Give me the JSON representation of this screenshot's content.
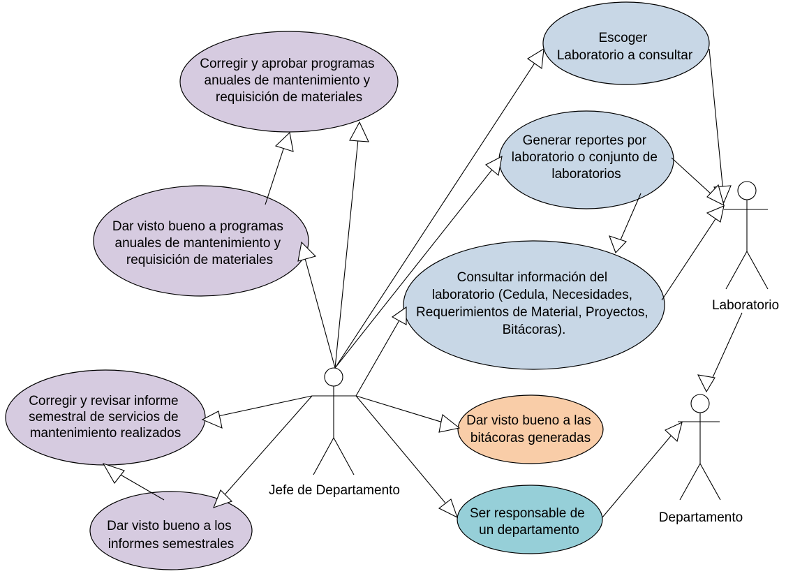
{
  "colors": {
    "purple": "#d6cbe0",
    "blue": "#c8d7e6",
    "orange": "#f9cda8",
    "teal": "#96cfd8",
    "line": "#000000"
  },
  "actors": {
    "jefe": {
      "label": "Jefe de Departamento"
    },
    "laboratorio": {
      "label": "Laboratorio"
    },
    "departamento": {
      "label": "Departamento"
    }
  },
  "use_cases": {
    "corregir_aprobar": {
      "lines": [
        "Corregir y aprobar programas",
        "anuales de mantenimiento y",
        "requisición de materiales"
      ]
    },
    "visto_programas": {
      "lines": [
        "Dar visto bueno a programas",
        "anuales de mantenimiento y",
        "requisición de materiales"
      ]
    },
    "corregir_informe": {
      "lines": [
        "Corregir y revisar informe",
        "semestral de servicios de",
        "mantenimiento realizados"
      ]
    },
    "visto_informes": {
      "lines": [
        "Dar visto bueno a los",
        "informes semestrales"
      ]
    },
    "escoger_lab": {
      "lines": [
        "Escoger",
        "Laboratorio a consultar"
      ]
    },
    "generar_reportes": {
      "lines": [
        "Generar reportes por",
        "laboratorio o conjunto de",
        "laboratorios"
      ]
    },
    "consultar_info": {
      "lines": [
        "Consultar información del",
        "laboratorio (Cedula, Necesidades,",
        "Requerimientos de Material, Proyectos,",
        "Bitácoras)."
      ]
    },
    "visto_bitacoras": {
      "lines": [
        "Dar visto bueno a las",
        "bitácoras generadas"
      ]
    },
    "ser_responsable": {
      "lines": [
        "Ser responsable de",
        "un departamento"
      ]
    }
  }
}
